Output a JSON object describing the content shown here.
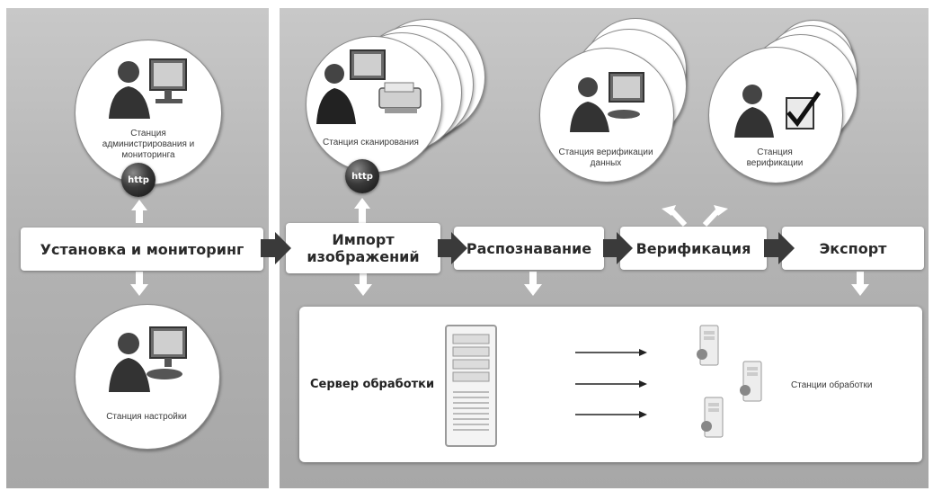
{
  "stations": {
    "admin_caption": "Станция администрирования и мониторинга",
    "scan_caption": "Станция сканирования",
    "data_verify_caption": "Станция верификации данных",
    "verify_caption": "Станция верификации",
    "setup_caption": "Станция настройки",
    "processing_caption": "Станции обработки"
  },
  "http_label": "http",
  "stages": {
    "install": "Установка и мониторинг",
    "import": "Импорт изображений",
    "recognition": "Распознавание",
    "verification": "Верификация",
    "export": "Экспорт"
  },
  "server_label": "Сервер обработки",
  "icons": [
    "operator-at-computer-icon",
    "scanner-icon",
    "checkmark-icon",
    "server-tower-icon",
    "processing-server-icon",
    "http-globe-icon"
  ],
  "colors": {
    "panel": "#b4b4b4",
    "arrow_dark": "#3a3a3a",
    "arrow_light": "#ffffff",
    "bar": "#ffffff"
  }
}
